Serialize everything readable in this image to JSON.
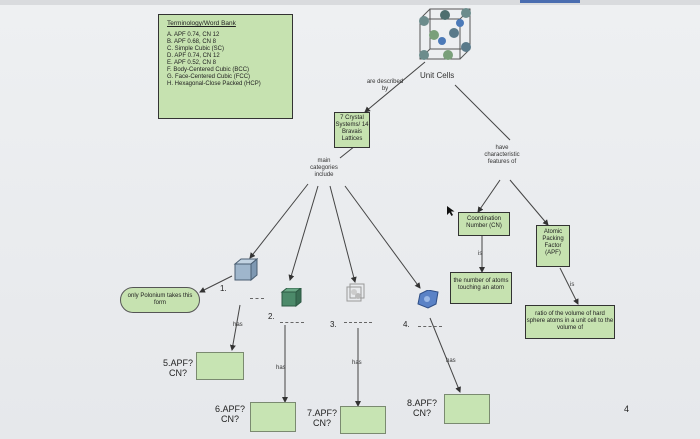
{
  "word_bank": {
    "title": "Terminology/Word Bank",
    "items": [
      "A. APF 0.74, CN 12",
      "B. APF 0.68, CN 8",
      "C. Simple Cubic (SC)",
      "D. APF 0.74, CN 12",
      "E. APF 0.52, CN 8",
      "F. Body-Centered Cubic (BCC)",
      "G. Face-Centered Cubic (FCC)",
      "H. Hexagonal-Close Packed (HCP)"
    ]
  },
  "nodes": {
    "unit_cells": "Unit Cells",
    "crystal_systems": "7 Crystal Systems/ 14 Bravais Lattices",
    "coordination_number": "Coordination Number (CN)",
    "apf": "Atomic Packing Factor (APF)",
    "atoms_touching": "the number of atoms touching an atom",
    "ratio": "ratio of the volume of hard sphere atoms in a unit cell to the volume of",
    "polonium": "only Polonium takes this form"
  },
  "links": {
    "described_by": "are described by",
    "have_features": "have characteristic features of",
    "main_categories": "main categories include",
    "is_cn": "is",
    "is_apf": "is",
    "has1": "has",
    "has2": "has",
    "has3": "has",
    "has4": "has"
  },
  "numbers": {
    "n1": "1.",
    "n2": "2.",
    "n3": "3.",
    "n4": "4."
  },
  "questions": {
    "q5": "5.APF? CN?",
    "q6": "6.APF? CN?",
    "q7": "7.APF? CN?",
    "q8": "8.APF? CN?"
  },
  "page_number": "4"
}
